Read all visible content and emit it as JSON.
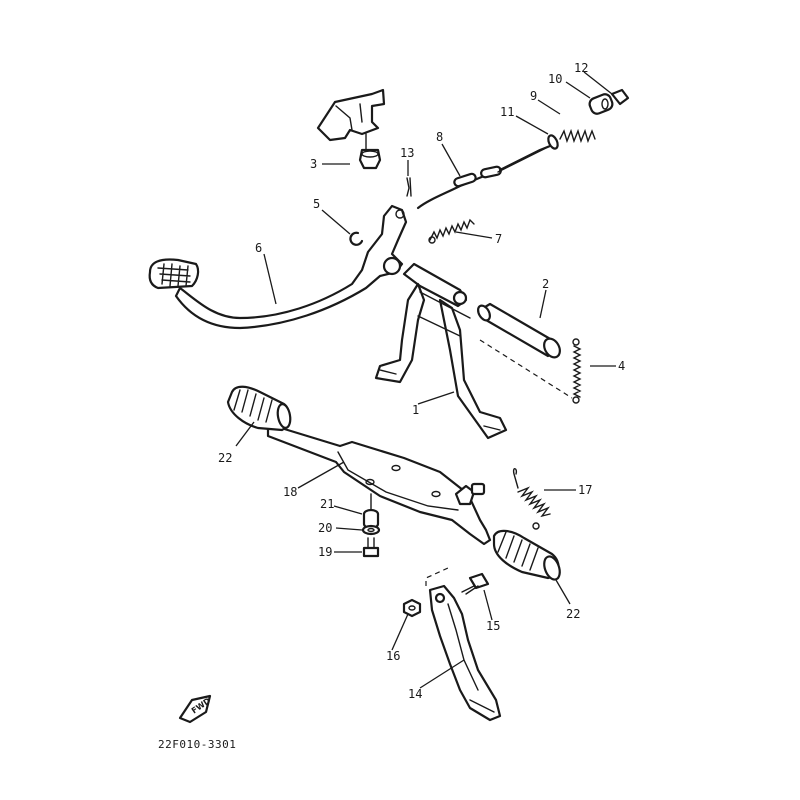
{
  "diagram": {
    "drawing_code": "22F010-3301",
    "fwd_badge": "FWD",
    "callouts": [
      {
        "id": "1",
        "label": "1"
      },
      {
        "id": "2",
        "label": "2"
      },
      {
        "id": "3",
        "label": "3"
      },
      {
        "id": "4",
        "label": "4"
      },
      {
        "id": "5",
        "label": "5"
      },
      {
        "id": "6",
        "label": "6"
      },
      {
        "id": "7",
        "label": "7"
      },
      {
        "id": "8",
        "label": "8"
      },
      {
        "id": "9",
        "label": "9"
      },
      {
        "id": "10",
        "label": "10"
      },
      {
        "id": "11",
        "label": "11"
      },
      {
        "id": "12",
        "label": "12"
      },
      {
        "id": "13",
        "label": "13"
      },
      {
        "id": "14",
        "label": "14"
      },
      {
        "id": "15",
        "label": "15"
      },
      {
        "id": "16",
        "label": "16"
      },
      {
        "id": "17",
        "label": "17"
      },
      {
        "id": "18",
        "label": "18"
      },
      {
        "id": "19",
        "label": "19"
      },
      {
        "id": "20",
        "label": "20"
      },
      {
        "id": "21",
        "label": "21"
      },
      {
        "id": "22a",
        "label": "22"
      },
      {
        "id": "22b",
        "label": "22"
      }
    ]
  }
}
